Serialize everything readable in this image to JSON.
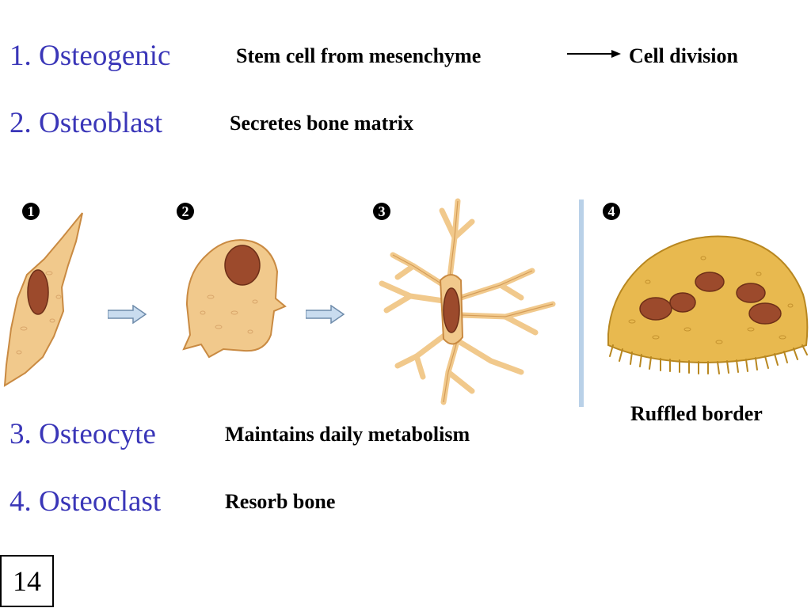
{
  "rows": [
    {
      "term": "1.  Osteogenic",
      "desc": "Stem cell from mesenchyme",
      "desc2": "Cell division"
    },
    {
      "term": "2.  Osteoblast",
      "desc": "Secretes bone matrix"
    },
    {
      "term": "3.  Osteocyte",
      "desc": "Maintains daily metabolism"
    },
    {
      "term": "4.  Osteoclast",
      "desc": "Resorb bone"
    }
  ],
  "figure": {
    "badges": [
      "1",
      "2",
      "3",
      "4"
    ],
    "ruffled_label": "Ruffled border"
  },
  "page_number": "14",
  "colors": {
    "term": "#3a36b8",
    "cell_fill": "#f1c98c",
    "cell_stroke": "#c98a42",
    "nucleus": "#9c4a2c",
    "osteoclast_fill": "#e8b94f",
    "arrow_fill": "#c9dcef",
    "divider": "#b9d1e8"
  }
}
